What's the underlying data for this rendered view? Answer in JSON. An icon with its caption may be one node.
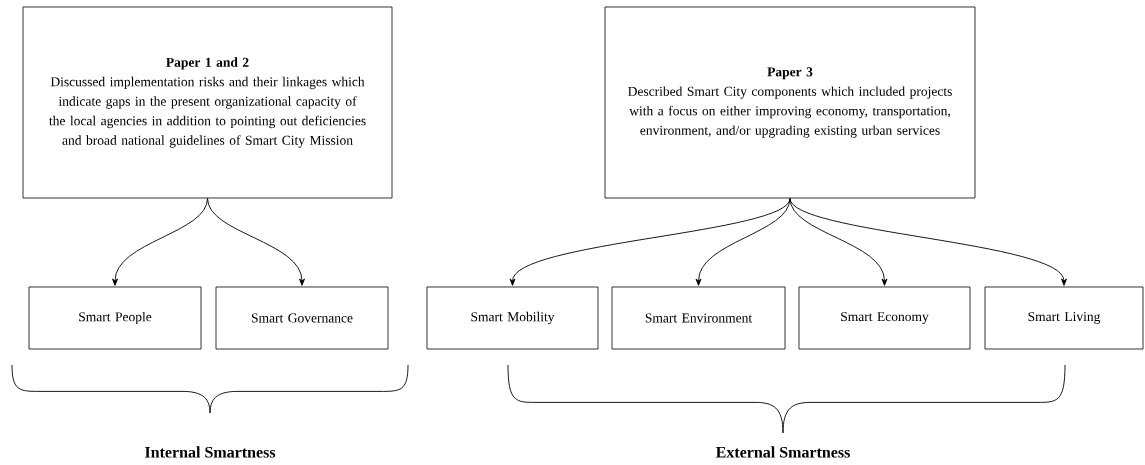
{
  "diagram": {
    "nodes": [
      {
        "text": [
          "Paper 1 and 2",
          "Discussed implementation risks and their linkages which indicate gaps in the present organizational capacity of the local agencies in addition to pointing out deficiencies and broad national guidelines of Smart City Mission"
        ]
      },
      {
        "text": [
          "Paper 3",
          "Described Smart City components which included projects with a focus on either improving economy, transportation, environment, and/or upgrading existing urban services"
        ]
      },
      {
        "text": [
          "Smart People"
        ]
      },
      {
        "text": [
          "Smart Governance"
        ]
      },
      {
        "text": [
          "Smart Mobility"
        ]
      },
      {
        "text": [
          "Smart Environment"
        ]
      },
      {
        "text": [
          "Smart Economy"
        ]
      },
      {
        "text": [
          "Smart Living"
        ]
      }
    ],
    "edges": [
      {
        "from": 0,
        "to": 2,
        "arrow": "to"
      },
      {
        "from": 0,
        "to": 3,
        "arrow": "to"
      },
      {
        "from": 1,
        "to": 4,
        "arrow": "to"
      },
      {
        "from": 1,
        "to": 5,
        "arrow": "to"
      },
      {
        "from": 1,
        "to": 6,
        "arrow": "to"
      },
      {
        "from": 1,
        "to": 7,
        "arrow": "to"
      }
    ],
    "labels": [
      "Internal Smartness",
      "External Smartness"
    ]
  }
}
